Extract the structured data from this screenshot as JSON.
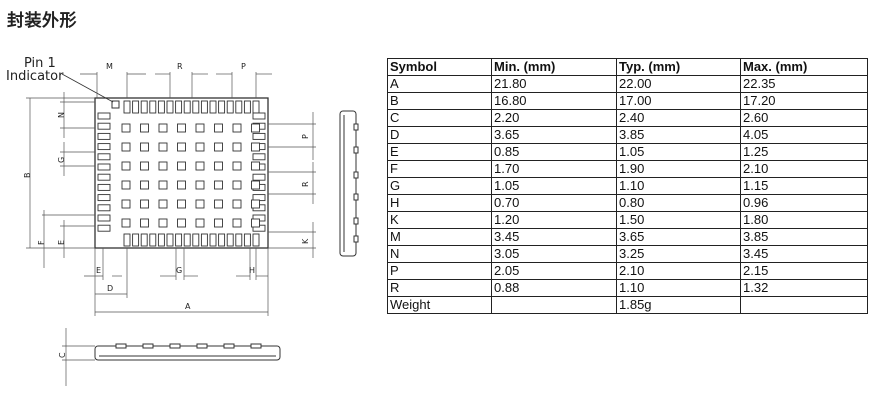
{
  "title": "封装外形",
  "drawing": {
    "pin1_line1": "Pin 1",
    "pin1_line2": "Indicator",
    "dims": {
      "A": "A",
      "B": "B",
      "C": "C",
      "D": "D",
      "E": "E",
      "F": "F",
      "G": "G",
      "H": "H",
      "K": "K",
      "M": "M",
      "N": "N",
      "P": "P",
      "R": "R"
    }
  },
  "table": {
    "headers": [
      "Symbol",
      "Min. (mm)",
      "Typ. (mm)",
      "Max. (mm)"
    ],
    "rows": [
      [
        "A",
        "21.80",
        "22.00",
        "22.35"
      ],
      [
        "B",
        "16.80",
        "17.00",
        "17.20"
      ],
      [
        "C",
        "2.20",
        "2.40",
        "2.60"
      ],
      [
        "D",
        "3.65",
        "3.85",
        "4.05"
      ],
      [
        "E",
        "0.85",
        "1.05",
        "1.25"
      ],
      [
        "F",
        "1.70",
        "1.90",
        "2.10"
      ],
      [
        "G",
        "1.05",
        "1.10",
        "1.15"
      ],
      [
        "H",
        "0.70",
        "0.80",
        "0.96"
      ],
      [
        "K",
        "1.20",
        "1.50",
        "1.80"
      ],
      [
        "M",
        "3.45",
        "3.65",
        "3.85"
      ],
      [
        "N",
        "3.05",
        "3.25",
        "3.45"
      ],
      [
        "P",
        "2.05",
        "2.10",
        "2.15"
      ],
      [
        "R",
        "0.88",
        "1.10",
        "1.32"
      ],
      [
        "Weight",
        "",
        "1.85g",
        ""
      ]
    ]
  }
}
